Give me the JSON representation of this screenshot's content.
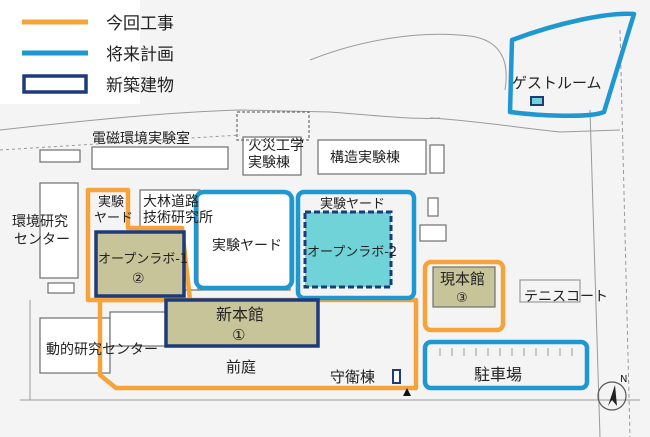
{
  "legend": {
    "current": "今回工事",
    "future": "将来計画",
    "new_build": "新築建物"
  },
  "colors": {
    "current": "#f5a33a",
    "future": "#1f97d1",
    "new_build": "#1d3b7a",
    "new_main_fill": "#c8c49a",
    "open_lab2_fill": "#6fd3d7",
    "building": "#ffffff",
    "outline": "#777777"
  },
  "labels": {
    "guest_room": "ゲストルーム",
    "emc_lab": "電磁環境実験室",
    "fire_lab_1": "火災工学",
    "fire_lab_2": "実験棟",
    "struct_lab": "構造実験棟",
    "env_research_1": "環境研究",
    "env_research_2": "センター",
    "exp_yard_small_1": "実験",
    "exp_yard_small_2": "ヤード",
    "obayashi_1": "大林道路",
    "obayashi_2": "技術研究所",
    "exp_yard_center": "実験ヤード",
    "exp_yard_top": "実験ヤード",
    "open_lab1": "オープンラボ-1",
    "open_lab1_num": "②",
    "open_lab2": "オープンラボ-2",
    "new_main": "新本館",
    "new_main_num": "①",
    "current_main": "現本館",
    "current_main_num": "③",
    "tennis": "テニスコート",
    "dynamic": "動的研究センター",
    "courtyard": "前庭",
    "guard": "守衛棟",
    "parking": "駐車場",
    "north": "N"
  }
}
